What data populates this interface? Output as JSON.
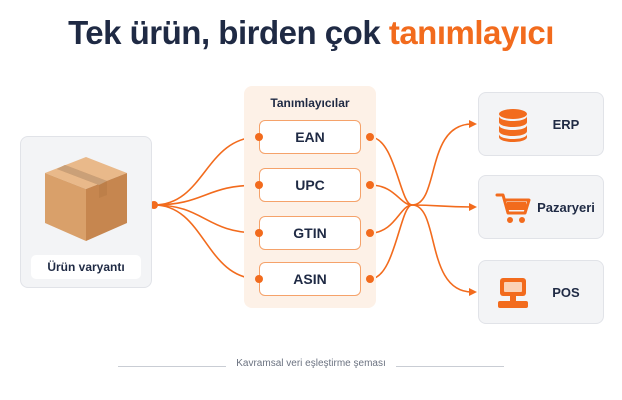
{
  "title": {
    "main": "Tek ürün, birden çok ",
    "accent": "tanımlayıcı"
  },
  "product": {
    "label": "Ürün varyantı",
    "icon": "cardboard-box-icon"
  },
  "identifiers": {
    "title": "Tanımlayıcılar",
    "items": [
      "EAN",
      "UPC",
      "GTIN",
      "ASIN"
    ]
  },
  "targets": [
    {
      "label": "ERP",
      "icon": "database-icon"
    },
    {
      "label": "Pazaryeri",
      "icon": "shopping-cart-icon"
    },
    {
      "label": "POS",
      "icon": "pos-terminal-icon"
    }
  ],
  "caption": "Kavramsal veri eşleştirme şeması",
  "colors": {
    "accent": "#f26b1d",
    "text": "#1f2a44",
    "panel": "#fdf1e7",
    "card": "#f3f4f6"
  }
}
